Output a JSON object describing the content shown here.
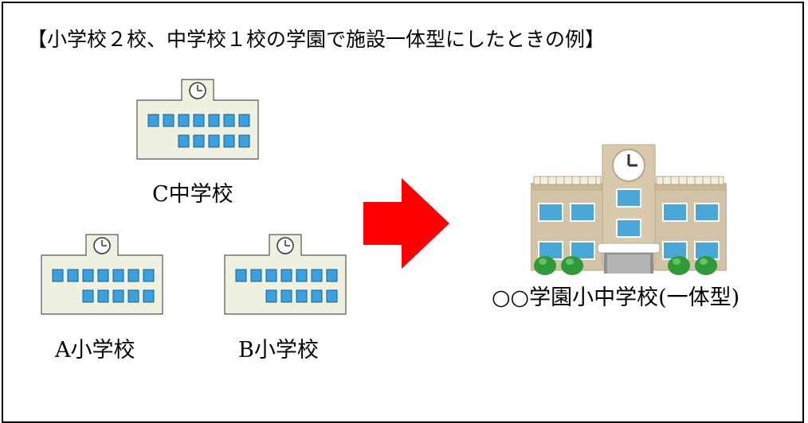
{
  "heading": "【小学校２校、中学校１校の学園で施設一体型にしたときの例】",
  "schools": [
    {
      "id": "c",
      "label": "C中学校"
    },
    {
      "id": "a",
      "label": "A小学校"
    },
    {
      "id": "b",
      "label": "B小学校"
    }
  ],
  "integrated": {
    "label": "○○学園小中学校(一体型)"
  },
  "colors": {
    "arrow": "#ff0000",
    "school_wall": "#eef1df",
    "school_window": "#3ba0de",
    "campus_wall": "#d2c2a6",
    "campus_window": "#4aa8d8",
    "tree": "#2f9a3a"
  },
  "icons": {
    "school": "school-building-icon",
    "clock": "clock-icon",
    "arrow": "right-arrow-icon",
    "campus": "integrated-school-building-icon"
  }
}
